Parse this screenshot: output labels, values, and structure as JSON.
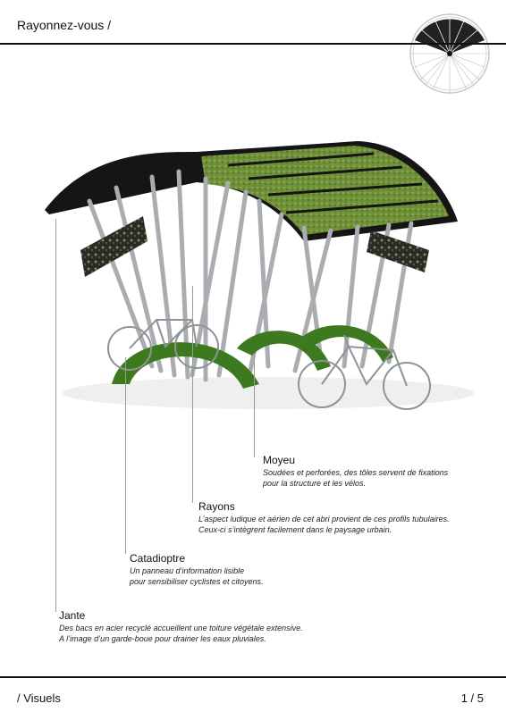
{
  "header": {
    "title": "Rayonnez-vous /"
  },
  "annotations": [
    {
      "key": "moyeu",
      "title": "Moyeu",
      "body": "Soudées et perforées, des tôles servent de fixations\npour la structure et les vélos."
    },
    {
      "key": "rayons",
      "title": "Rayons",
      "body": "L’aspect ludique et aérien de cet abri provient de ces profils tubulaires.\nCeux-ci s’intègrent facilement dans le paysage urbain."
    },
    {
      "key": "catadioptre",
      "title": "Catadioptre",
      "body": "Un panneau d’information lisible\npour sensibiliser cyclistes et citoyens."
    },
    {
      "key": "jante",
      "title": "Jante",
      "body": "Des bacs en acier recyclé accueillent une toiture végétale extensive.\nA l’image d’un garde-boue pour drainer les eaux pluviales."
    }
  ],
  "footer": {
    "section": "/ Visuels",
    "page": "1 / 5"
  },
  "colors": {
    "roof": "#151515",
    "green_roof": "#6f8f3a",
    "planter": "#3d7a1f",
    "tube": "#a9acb0",
    "leader": "#9a9a9a"
  }
}
